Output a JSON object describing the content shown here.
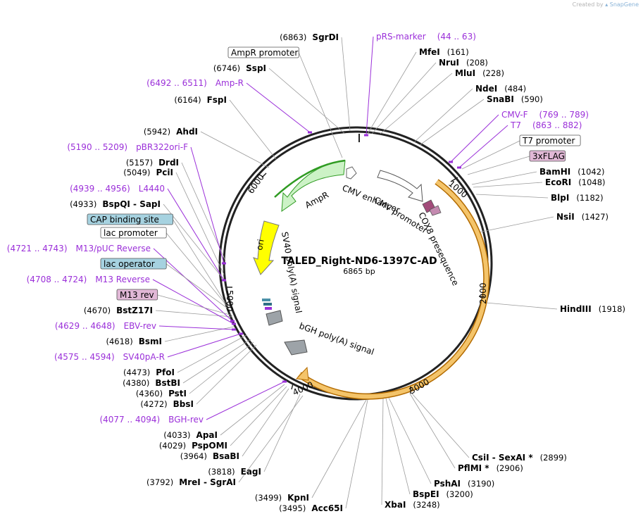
{
  "watermark": {
    "prefix": "Created by",
    "brand": "SnapGene"
  },
  "plasmid": {
    "name": "TALED_Right-ND6-1397C-AD",
    "size": "6865 bp",
    "length": 6865
  },
  "ticks": [
    "1000",
    "2000",
    "3000",
    "4000",
    "5000",
    "6000"
  ],
  "features": {
    "ampr": "AmpR",
    "cmv_enhancer": "CMV enhancer",
    "cmv_promoter": "CMV promoter",
    "ori": "ori",
    "sv40": "SV40 poly(A) signal",
    "cox8": "COX8 presequence",
    "bgh": "bGH poly(A) signal"
  },
  "sites": [
    {
      "id": "sgrdi",
      "pos": "(6863)",
      "name": "SgrDI"
    },
    {
      "id": "sspi",
      "pos": "(6746)",
      "name": "SspI"
    },
    {
      "id": "fspi",
      "pos": "(6164)",
      "name": "FspI"
    },
    {
      "id": "ahdi",
      "pos": "(5942)",
      "name": "AhdI"
    },
    {
      "id": "drdi",
      "pos": "(5157)",
      "name": "DrdI"
    },
    {
      "id": "pcii",
      "pos": "(5049)",
      "name": "PciI"
    },
    {
      "id": "bspqi",
      "pos": "(4933)",
      "name": "BspQI",
      "name2": "SapI"
    },
    {
      "id": "bstz17i",
      "pos": "(4670)",
      "name": "BstZ17I"
    },
    {
      "id": "bsmi",
      "pos": "(4618)",
      "name": "BsmI"
    },
    {
      "id": "pfoi",
      "pos": "(4473)",
      "name": "PfoI"
    },
    {
      "id": "bstbi",
      "pos": "(4380)",
      "name": "BstBI"
    },
    {
      "id": "psti",
      "pos": "(4360)",
      "name": "PstI"
    },
    {
      "id": "bbsi",
      "pos": "(4272)",
      "name": "BbsI"
    },
    {
      "id": "apai",
      "pos": "(4033)",
      "name": "ApaI"
    },
    {
      "id": "pspomi",
      "pos": "(4029)",
      "name": "PspOMI"
    },
    {
      "id": "bsabi",
      "pos": "(3964)",
      "name": "BsaBI"
    },
    {
      "id": "eagi",
      "pos": "(3818)",
      "name": "EagI"
    },
    {
      "id": "mrei",
      "pos": "(3792)",
      "name": "MreI",
      "name2": "SgrAI"
    },
    {
      "id": "kpni",
      "pos": "(3499)",
      "name": "KpnI"
    },
    {
      "id": "acc65i",
      "pos": "(3495)",
      "name": "Acc65I"
    },
    {
      "id": "xbai",
      "pos": "(3248)",
      "name": "XbaI"
    },
    {
      "id": "bspei",
      "pos": "(3200)",
      "name": "BspEI"
    },
    {
      "id": "pshai",
      "pos": "(3190)",
      "name": "PshAI"
    },
    {
      "id": "pflmi",
      "pos": "(2906)",
      "name": "PflMI *"
    },
    {
      "id": "csii",
      "pos": "(2899)",
      "name": "CsiI",
      "name2": "SexAI *"
    },
    {
      "id": "hindiii",
      "pos": "(1918)",
      "name": "HindIII"
    },
    {
      "id": "nsii",
      "pos": "(1427)",
      "name": "NsiI"
    },
    {
      "id": "blpi",
      "pos": "(1182)",
      "name": "BlpI"
    },
    {
      "id": "ecori",
      "pos": "(1048)",
      "name": "EcoRI"
    },
    {
      "id": "bamhi",
      "pos": "(1042)",
      "name": "BamHI"
    },
    {
      "id": "snabi",
      "pos": "(590)",
      "name": "SnaBI"
    },
    {
      "id": "ndei",
      "pos": "(484)",
      "name": "NdeI"
    },
    {
      "id": "mlui",
      "pos": "(228)",
      "name": "MluI"
    },
    {
      "id": "nrui",
      "pos": "(208)",
      "name": "NruI"
    },
    {
      "id": "mfei",
      "pos": "(161)",
      "name": "MfeI"
    }
  ],
  "primers": [
    {
      "id": "prs",
      "name": "pRS-marker",
      "range": "(44 .. 63)"
    },
    {
      "id": "ampr_p",
      "name": "Amp-R",
      "range": "(6492 .. 6511)"
    },
    {
      "id": "pbr",
      "name": "pBR322ori-F",
      "range": "(5190 .. 5209)"
    },
    {
      "id": "l4440",
      "name": "L4440",
      "range": "(4939 .. 4956)"
    },
    {
      "id": "m13puc",
      "name": "M13/pUC Reverse",
      "range": "(4721 .. 4743)"
    },
    {
      "id": "m13rev",
      "name": "M13 Reverse",
      "range": "(4708 .. 4724)"
    },
    {
      "id": "ebv",
      "name": "EBV-rev",
      "range": "(4629 .. 4648)"
    },
    {
      "id": "sv40pa",
      "name": "SV40pA-R",
      "range": "(4575 .. 4594)"
    },
    {
      "id": "bgh",
      "name": "BGH-rev",
      "range": "(4077 .. 4094)"
    },
    {
      "id": "cmvf",
      "name": "CMV-F",
      "range": "(769 .. 789)"
    },
    {
      "id": "t7",
      "name": "T7",
      "range": "(863 .. 882)"
    }
  ],
  "boxes": [
    {
      "id": "ampr_prom",
      "text": "AmpR promoter",
      "style": "white"
    },
    {
      "id": "cap",
      "text": "CAP binding site",
      "style": "blue"
    },
    {
      "id": "lacprom",
      "text": "lac promoter",
      "style": "white"
    },
    {
      "id": "lacop",
      "text": "lac operator",
      "style": "blue"
    },
    {
      "id": "m13rev_box",
      "text": "M13 rev",
      "style": "pink"
    },
    {
      "id": "t7prom",
      "text": "T7 promoter",
      "style": "white"
    },
    {
      "id": "flag",
      "text": "3xFLAG",
      "style": "pink"
    }
  ],
  "colors": {
    "ampr": "#ccf2c6",
    "ampr_border": "#2f9b22",
    "ori": "#ffff00",
    "cds_orange": "#f4c46a",
    "box_blue": "#a6d2e0",
    "box_pink": "#e1b8d6",
    "primer": "#9b30d9",
    "sv40": "#9da3a8",
    "cox8": "#a24b7a"
  }
}
